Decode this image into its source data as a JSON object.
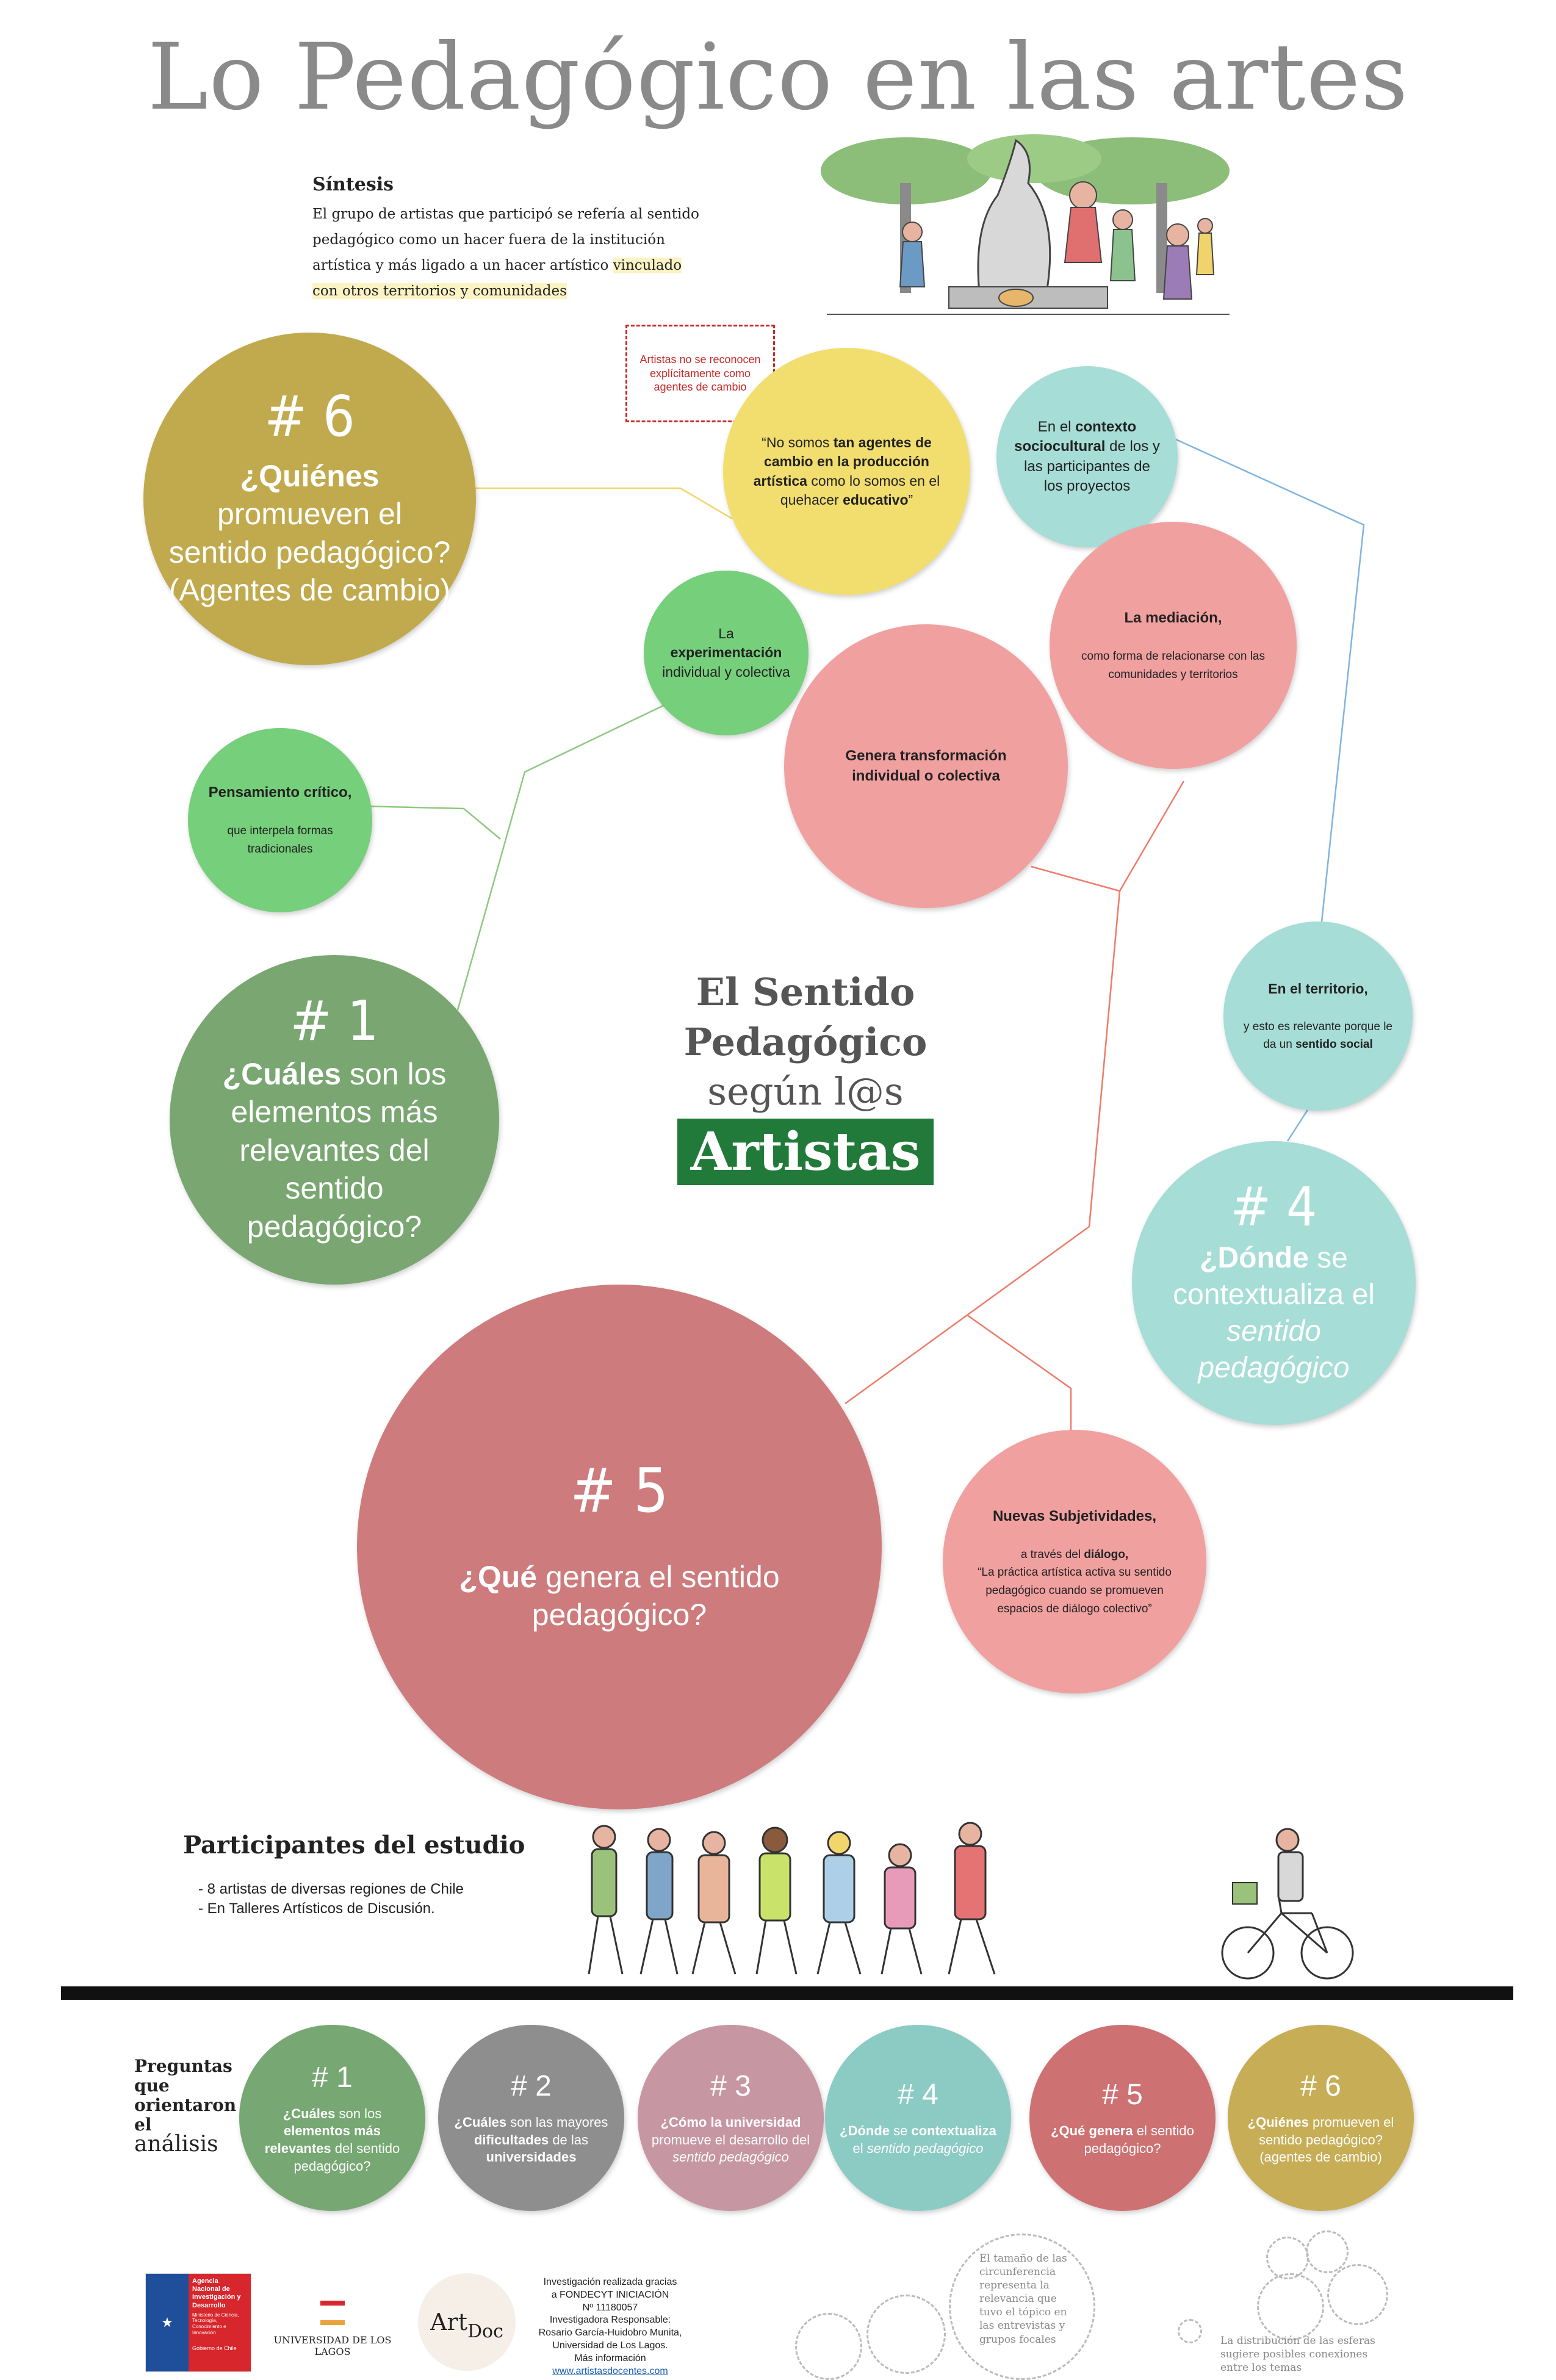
{
  "title": "Lo Pedagógico en las artes",
  "synthesis": {
    "heading": "Síntesis",
    "text_plain": "El grupo de artistas que participó se refería al sentido pedagógico como un hacer fuera de la institución artística y más ligado a un hacer artístico ",
    "text_highlight": "vinculado con otros territorios y comunidades"
  },
  "note_box": "Artistas no se reconocen explícitamente como agentes de cambio",
  "center": {
    "line1": "El Sentido",
    "line2": "Pedagógico",
    "line3": "según l@s",
    "line4": "Artistas"
  },
  "bubbles": {
    "q6": {
      "num": "# 6",
      "bold": "¿Quiénes",
      "rest": "promueven el sentido pedagógico? (Agentes de cambio)"
    },
    "quote": {
      "a": "“No somos ",
      "b": "tan agentes de cambio en la producción artística",
      "c": " como lo somos en el quehacer ",
      "d": "educativo",
      "e": "”"
    },
    "contexto": {
      "a": "En el ",
      "b": "contexto sociocultural",
      "c": " de los y las participantes de los proyectos"
    },
    "experimentacion": {
      "a": "La",
      "b": "experimentación",
      "c": "individual y colectiva"
    },
    "mediacion": {
      "title": "La mediación,",
      "text": "como forma de relacionarse con las comunidades y territorios"
    },
    "transformacion": {
      "title": "Genera transformación individual o colectiva"
    },
    "pensamiento": {
      "title": "Pensamiento crítico,",
      "text": "que interpela formas tradicionales"
    },
    "q1": {
      "num": "# 1",
      "bold": "¿Cuáles",
      "rest": "son los elementos más relevantes del sentido pedagógico?"
    },
    "territorio": {
      "title": "En el territorio,",
      "text_a": "y esto es relevante porque le da un ",
      "text_b": "sentido social"
    },
    "q4": {
      "num": "# 4",
      "bold": "¿Dónde",
      "rest_a": "se contextualiza el ",
      "rest_b": "sentido pedagógico"
    },
    "q5": {
      "num": "# 5",
      "bold": "¿Qué",
      "rest": "genera el sentido pedagógico?"
    },
    "subjetividades": {
      "title": "Nuevas Subjetividades,",
      "text_a": "a través del ",
      "text_b": "diálogo,",
      "text_c": "“La práctica artística activa su sentido pedagógico cuando se promueven espacios de diálogo colectivo”"
    }
  },
  "participants": {
    "title": "Participantes del estudio",
    "items": [
      "- 8 artistas de diversas regiones de Chile",
      "- En Talleres Artísticos de Discusión."
    ]
  },
  "preguntas": {
    "l1": "Preguntas",
    "l2": "que",
    "l3": "orientaron",
    "l4": "el",
    "l5": "análisis"
  },
  "bottom_questions": [
    {
      "num": "# 1",
      "bold": "¿Cuáles",
      "t1": " son los ",
      "b2": "elementos más relevantes",
      "t2": " del sentido pedagógico?",
      "color": "#77a873"
    },
    {
      "num": "# 2",
      "bold": "¿Cuáles",
      "t1": " son las mayores ",
      "b2": "dificultades",
      "t2": " de las ",
      "b3": "universidades",
      "color": "#8e8e8e"
    },
    {
      "num": "# 3",
      "bold": "¿Cómo la universidad",
      "t1": " promueve el desarrollo del ",
      "i1": "sentido pedagógico",
      "color": "#c796a3"
    },
    {
      "num": "# 4",
      "bold": "¿Dónde",
      "t1": " se ",
      "b2": "contextualiza",
      "t2": " el ",
      "i1": "sentido pedagógico",
      "color": "#8ccbc4"
    },
    {
      "num": "# 5",
      "bold": "¿Qué genera",
      "t1": " el sentido pedagógico?",
      "color": "#cd7173"
    },
    {
      "num": "# 6",
      "bold": "¿Quiénes",
      "t1": " promueven el sentido pedagógico? (agentes de cambio)",
      "color": "#c7ad55"
    }
  ],
  "footer": {
    "anid": "Agencia Nacional de Investigación y Desarrollo",
    "anid_sub": "Ministerio de Ciencia, Tecnología, Conocimiento e Innovación",
    "gobierno": "Gobierno de Chile",
    "ulagos": "UNIVERSIDAD DE LOS LAGOS",
    "artdoc_a": "Art",
    "artdoc_b": "Doc",
    "credits": [
      "Investigación realizada gracias",
      "a FONDECYT INICIACIÓN",
      "Nº 11180057",
      "Investigadora Responsable:",
      "Rosario García-Huidobro Munita,",
      "Universidad de Los Lagos.",
      "Más información"
    ],
    "link": "www.artistasdocentes.com",
    "note1": "El tamaño de las circunferencia representa la relevancia que tuvo el tópico en las entrevistas y grupos focales",
    "note2": "La distribución de las esferas sugiere posibles conexiones entre los temas"
  },
  "colors": {
    "olive": "#c1aa4e",
    "yellow": "#f2de6e",
    "teal": "#a6ddd6",
    "green": "#76cf7b",
    "pink": "#f1a0a0",
    "darkgreen": "#79a671",
    "rose": "#cd7b7c",
    "artistas_bg": "#217a39"
  }
}
